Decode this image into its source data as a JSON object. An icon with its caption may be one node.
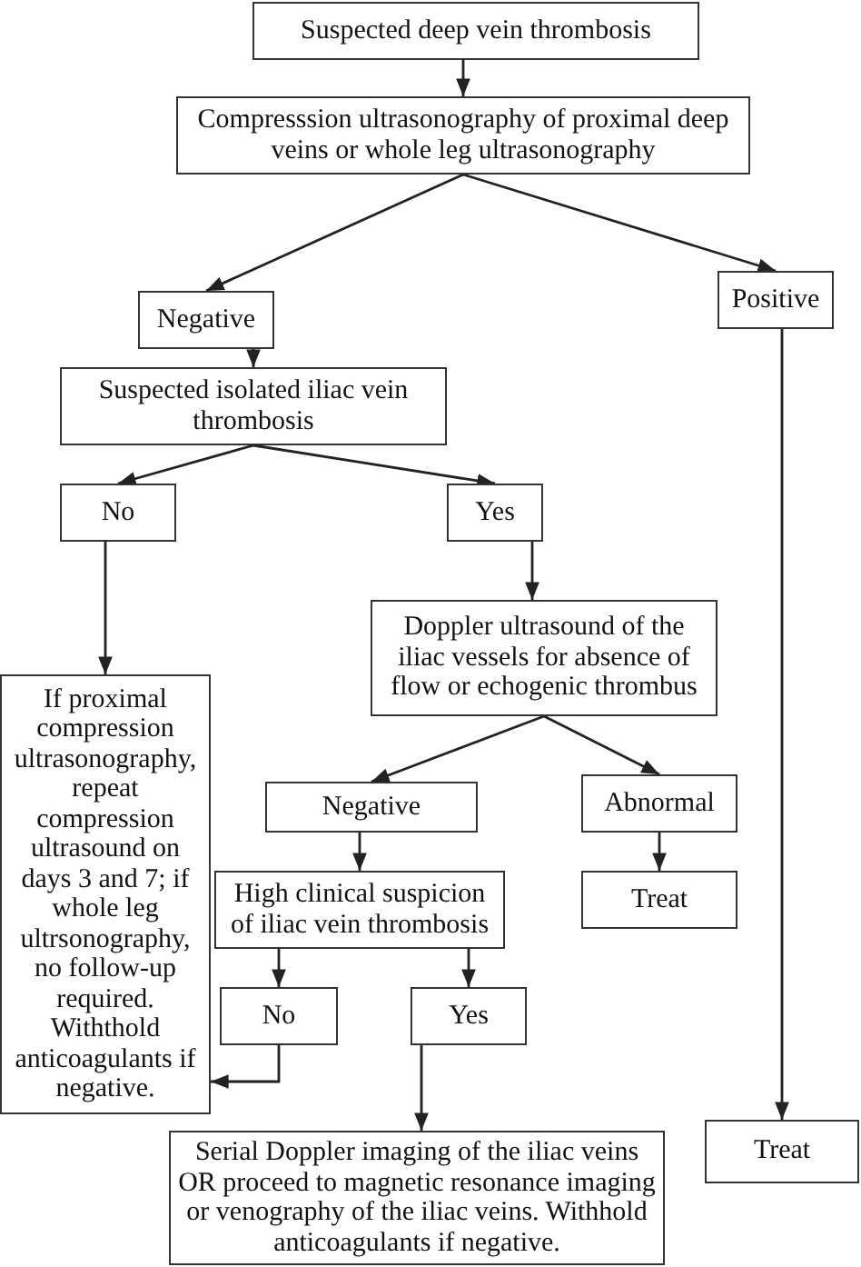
{
  "diagram": {
    "nodes": [
      {
        "text": [
          "Suspected deep vein thrombosis"
        ]
      },
      {
        "text": [
          "Compresssion ultrasonography of proximal deep veins or whole leg ultrasonography"
        ]
      },
      {
        "text": [
          "Negative"
        ]
      },
      {
        "text": [
          "Positive"
        ]
      },
      {
        "text": [
          "Suspected isolated iliac vein thrombosis"
        ]
      },
      {
        "text": [
          "No"
        ]
      },
      {
        "text": [
          "Yes"
        ]
      },
      {
        "text": [
          "If proximal compression ultrasonography, repeat compression ultrasound on days 3 and 7; if whole leg ultrsonography, no follow-up required. Withthold anticoagulants if negative."
        ]
      },
      {
        "text": [
          "Doppler ultrasound of the iliac vessels for absence of flow or echogenic thrombus"
        ]
      },
      {
        "text": [
          "Negative"
        ]
      },
      {
        "text": [
          "Abnormal"
        ]
      },
      {
        "text": [
          "High clinical suspicion of iliac vein thrombosis"
        ]
      },
      {
        "text": [
          "Treat"
        ]
      },
      {
        "text": [
          "No"
        ]
      },
      {
        "text": [
          "Yes"
        ]
      },
      {
        "text": [
          "Serial Doppler imaging of the iliac veins OR proceed to magnetic resonance imaging or venography of the iliac veins. Withhold anticoagulants if negative."
        ]
      },
      {
        "text": [
          "Treat"
        ]
      }
    ],
    "edges": [
      {
        "from": 0,
        "to": 1,
        "arrow": "to"
      },
      {
        "from": 1,
        "to": 2,
        "arrow": "to"
      },
      {
        "from": 1,
        "to": 3,
        "arrow": "to"
      },
      {
        "from": 2,
        "to": 4,
        "arrow": "to"
      },
      {
        "from": 4,
        "to": 5,
        "arrow": "to"
      },
      {
        "from": 4,
        "to": 6,
        "arrow": "to"
      },
      {
        "from": 5,
        "to": 7,
        "arrow": "to"
      },
      {
        "from": 6,
        "to": 8,
        "arrow": "to"
      },
      {
        "from": 8,
        "to": 9,
        "arrow": "to"
      },
      {
        "from": 8,
        "to": 10,
        "arrow": "to"
      },
      {
        "from": 9,
        "to": 11,
        "arrow": "to"
      },
      {
        "from": 10,
        "to": 12,
        "arrow": "to"
      },
      {
        "from": 11,
        "to": 13,
        "arrow": "to"
      },
      {
        "from": 11,
        "to": 14,
        "arrow": "to"
      },
      {
        "from": 13,
        "to": 7,
        "arrow": "to"
      },
      {
        "from": 14,
        "to": 15,
        "arrow": "to"
      },
      {
        "from": 3,
        "to": 16,
        "arrow": "to"
      }
    ]
  }
}
